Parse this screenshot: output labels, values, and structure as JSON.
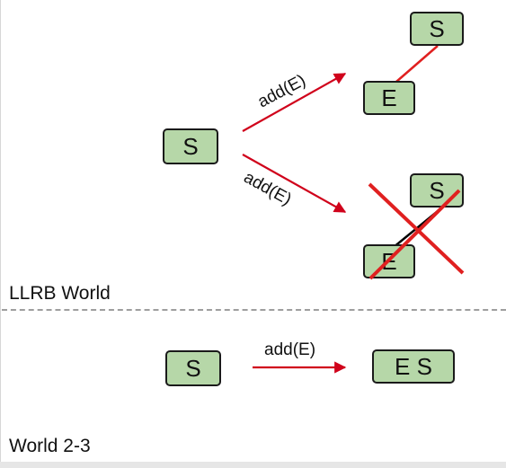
{
  "diagram": {
    "llrb": {
      "world_label": "LLRB World",
      "start_node": "S",
      "upper_op": "add(E)",
      "lower_op": "add(E)",
      "valid_result": {
        "parent": "S",
        "child": "E",
        "link_color": "#e02020"
      },
      "invalid_result": {
        "parent": "S",
        "child": "E",
        "link_color": "#000000",
        "crossed_out": true
      }
    },
    "two_three": {
      "world_label": "World 2-3",
      "start_node": "S",
      "op": "add(E)",
      "result_node": "E S"
    }
  },
  "colors": {
    "node_fill": "#b6d7a8",
    "node_border": "#1a1a1a",
    "arrow": "#d0021b",
    "cross": "#e02020",
    "divider": "#9e9e9e"
  }
}
